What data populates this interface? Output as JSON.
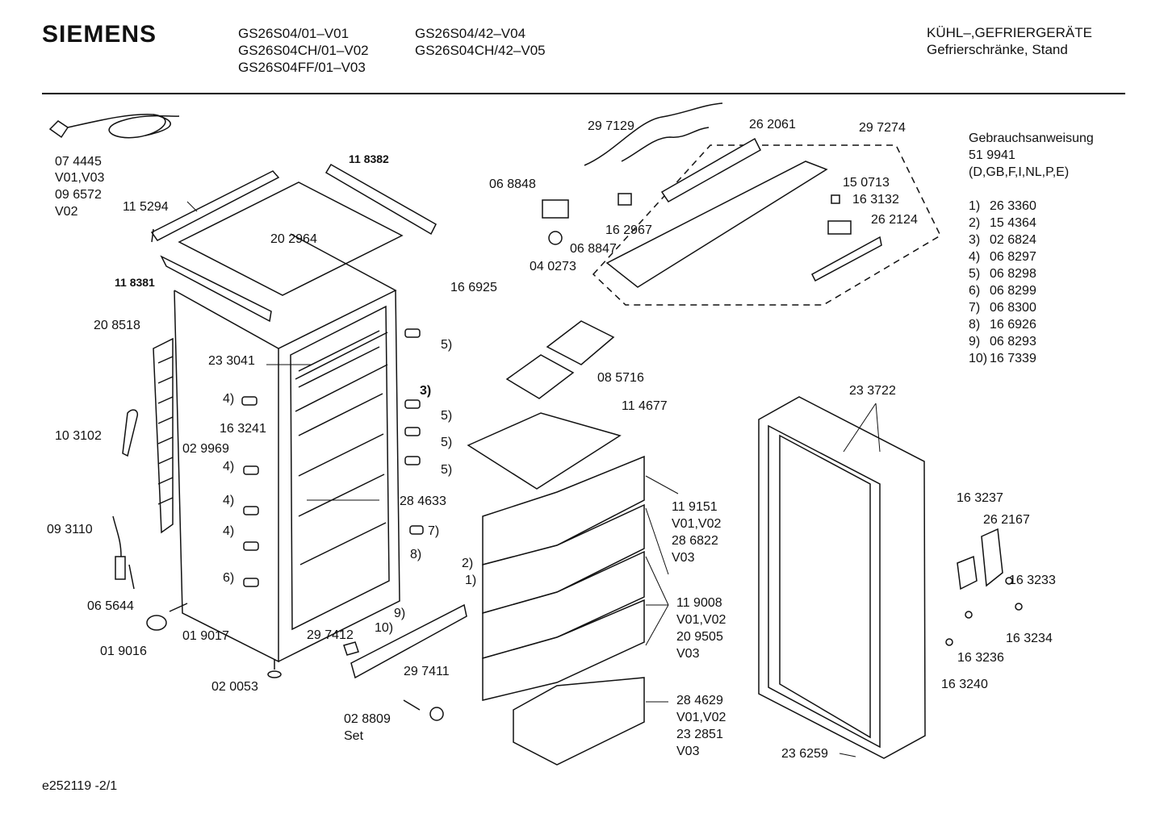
{
  "header": {
    "brand": "SIEMENS",
    "models_col1": [
      "GS26S04/01–V01",
      "GS26S04CH/01–V02",
      "GS26S04FF/01–V03"
    ],
    "models_col2": [
      "GS26S04/42–V04",
      "GS26S04CH/42–V05"
    ],
    "category": [
      "KÜHL–,GEFRIERGERÄTE",
      "Gefrierschränke, Stand"
    ]
  },
  "manual": {
    "title": "Gebrauchsanweisung",
    "number": "51 9941",
    "languages": "(D,GB,F,I,NL,P,E)",
    "items": [
      {
        "n": "1)",
        "v": "26 3360"
      },
      {
        "n": "2)",
        "v": "15 4364"
      },
      {
        "n": "3)",
        "v": "02 6824"
      },
      {
        "n": "4)",
        "v": "06 8297"
      },
      {
        "n": "5)",
        "v": "06 8298"
      },
      {
        "n": "6)",
        "v": "06 8299"
      },
      {
        "n": "7)",
        "v": "06 8300"
      },
      {
        "n": "8)",
        "v": "16 6926"
      },
      {
        "n": "9)",
        "v": "06 8293"
      },
      {
        "n": "10)",
        "v": "16 7339"
      }
    ]
  },
  "parts": {
    "cord": "07 4445",
    "cord_var1": "V01,V03",
    "cord_alt": "09 6572",
    "cord_var2": "V02",
    "p115294": "11 5294",
    "p118382": "11 8382",
    "p202964": "20 2964",
    "p118381": "11 8381",
    "p208518": "20 8518",
    "p233041": "23 3041",
    "p103102": "10 3102",
    "p163241": "16 3241",
    "p029969": "02 9969",
    "p093110": "09 3110",
    "p065644": "06 5644",
    "p019016": "01 9016",
    "p019017": "01 9017",
    "p020053": "02 0053",
    "p297412": "29 7412",
    "p297411": "29 7411",
    "p028809": "02 8809",
    "set": "Set",
    "p284633": "28 4633",
    "p166925": "16 6925",
    "p085716": "08 5716",
    "p114677": "11 4677",
    "p119151": "11 9151",
    "v0102a": "V01,V02",
    "p286822": "28 6822",
    "v03a": "V03",
    "p119008": "11 9008",
    "v0102b": "V01,V02",
    "p209505": "20 9505",
    "v03b": "V03",
    "p284629": "28 4629",
    "v0102c": "V01,V02",
    "p232851": "23 2851",
    "v03c": "V03",
    "p233722": "23 3722",
    "p236259": "23 6259",
    "p163237": "16 3237",
    "p262167": "26 2167",
    "p163233": "16 3233",
    "p163234": "16 3234",
    "p163236": "16 3236",
    "p163240": "16 3240",
    "p297129": "29 7129",
    "p262061": "26 2061",
    "p297274": "29 7274",
    "p068848": "06 8848",
    "p162967": "16 2967",
    "p068847": "06 8847",
    "p040273": "04 0273",
    "p150713": "15 0713",
    "p163132": "16 3132",
    "p262124": "26 2124"
  },
  "callouts": {
    "c1": "1)",
    "c2": "2)",
    "c3": "3)",
    "c4": "4)",
    "c5": "5)",
    "c6": "6)",
    "c7": "7)",
    "c8": "8)",
    "c9": "9)",
    "c10": "10)"
  },
  "footer": "e252119 -2/1"
}
